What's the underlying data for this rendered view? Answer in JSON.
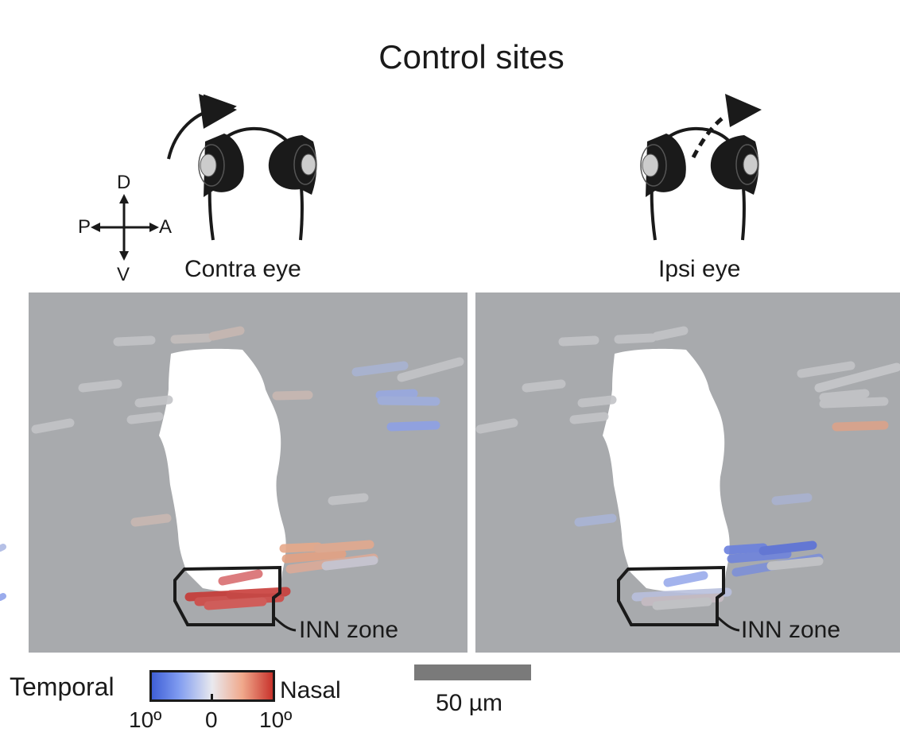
{
  "title": "Control sites",
  "orientation": {
    "dorsal": "D",
    "ventral": "V",
    "posterior": "P",
    "anterior": "A"
  },
  "panels": {
    "contra": {
      "label": "Contra eye",
      "zone_label": "INN zone"
    },
    "ipsi": {
      "label": "Ipsi eye",
      "zone_label": "INN zone"
    }
  },
  "colorbar": {
    "left_label": "Temporal",
    "right_label": "Nasal",
    "ticks": [
      "10º",
      "0",
      "10º"
    ],
    "colors": {
      "temporal": "#3f5fd6",
      "neutral": "#e9e9ee",
      "nasal": "#c8332c"
    }
  },
  "scale_bar": {
    "label": "50 µm"
  },
  "colors": {
    "panel_bg": "#a8aaad",
    "region": "#ffffff",
    "ink": "#1a1a1a"
  }
}
